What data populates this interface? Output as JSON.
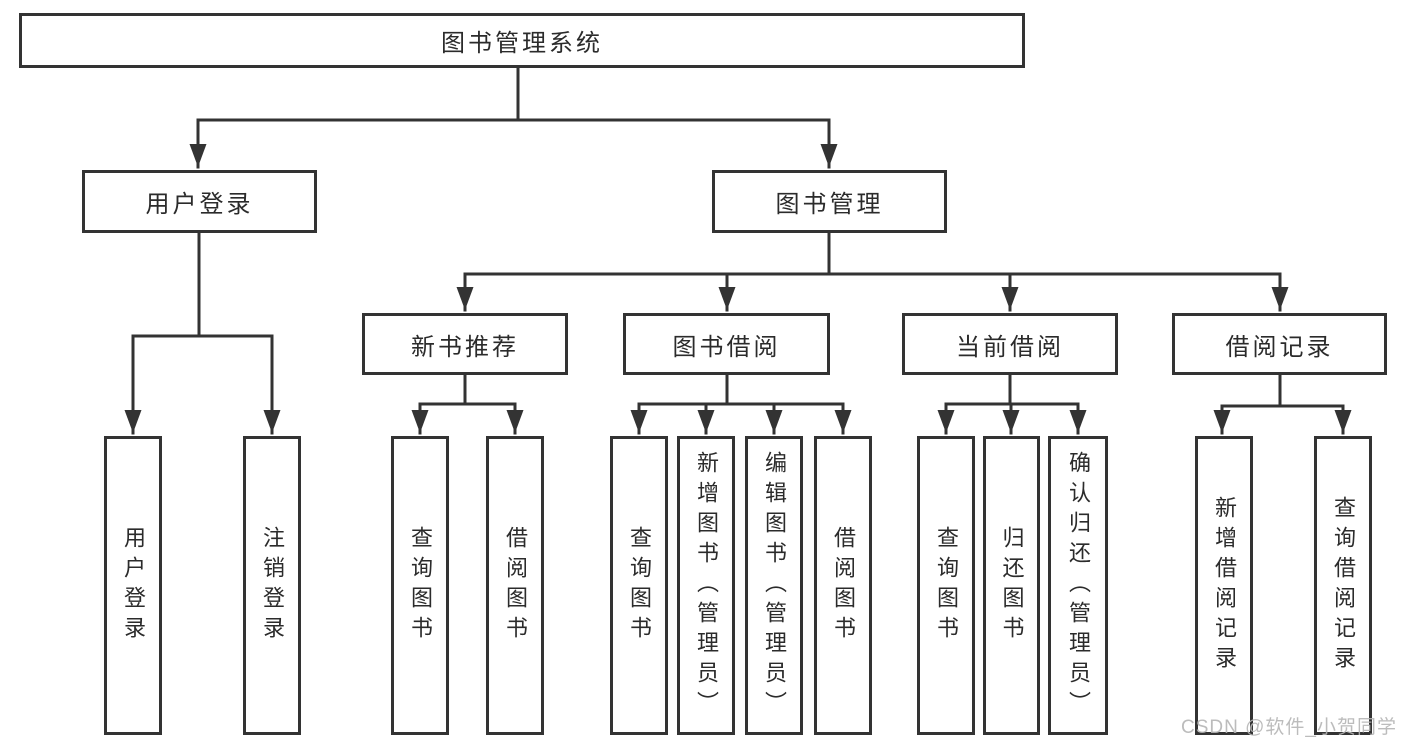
{
  "colors": {
    "line": "#333333",
    "text": "#2b2b2b",
    "background": "#ffffff",
    "watermark": "#b5b5b5"
  },
  "watermark": {
    "text": "CSDN @软件_小贺同学"
  },
  "tree": {
    "root": {
      "label": "图书管理系统"
    },
    "branches": [
      {
        "label": "用户登录",
        "children": [
          {
            "label": "用户登录"
          },
          {
            "label": "注销登录"
          }
        ]
      },
      {
        "label": "图书管理",
        "children": [
          {
            "label": "新书推荐",
            "children": [
              {
                "label": "查询图书"
              },
              {
                "label": "借阅图书"
              }
            ]
          },
          {
            "label": "图书借阅",
            "children": [
              {
                "label": "查询图书"
              },
              {
                "label": "新增图书（管理员）"
              },
              {
                "label": "编辑图书（管理员）"
              },
              {
                "label": "借阅图书"
              }
            ]
          },
          {
            "label": "当前借阅",
            "children": [
              {
                "label": "查询图书"
              },
              {
                "label": "归还图书"
              },
              {
                "label": "确认归还（管理员）"
              }
            ]
          },
          {
            "label": "借阅记录",
            "children": [
              {
                "label": "新增借阅记录"
              },
              {
                "label": "查询借阅记录"
              }
            ]
          }
        ]
      }
    ]
  }
}
